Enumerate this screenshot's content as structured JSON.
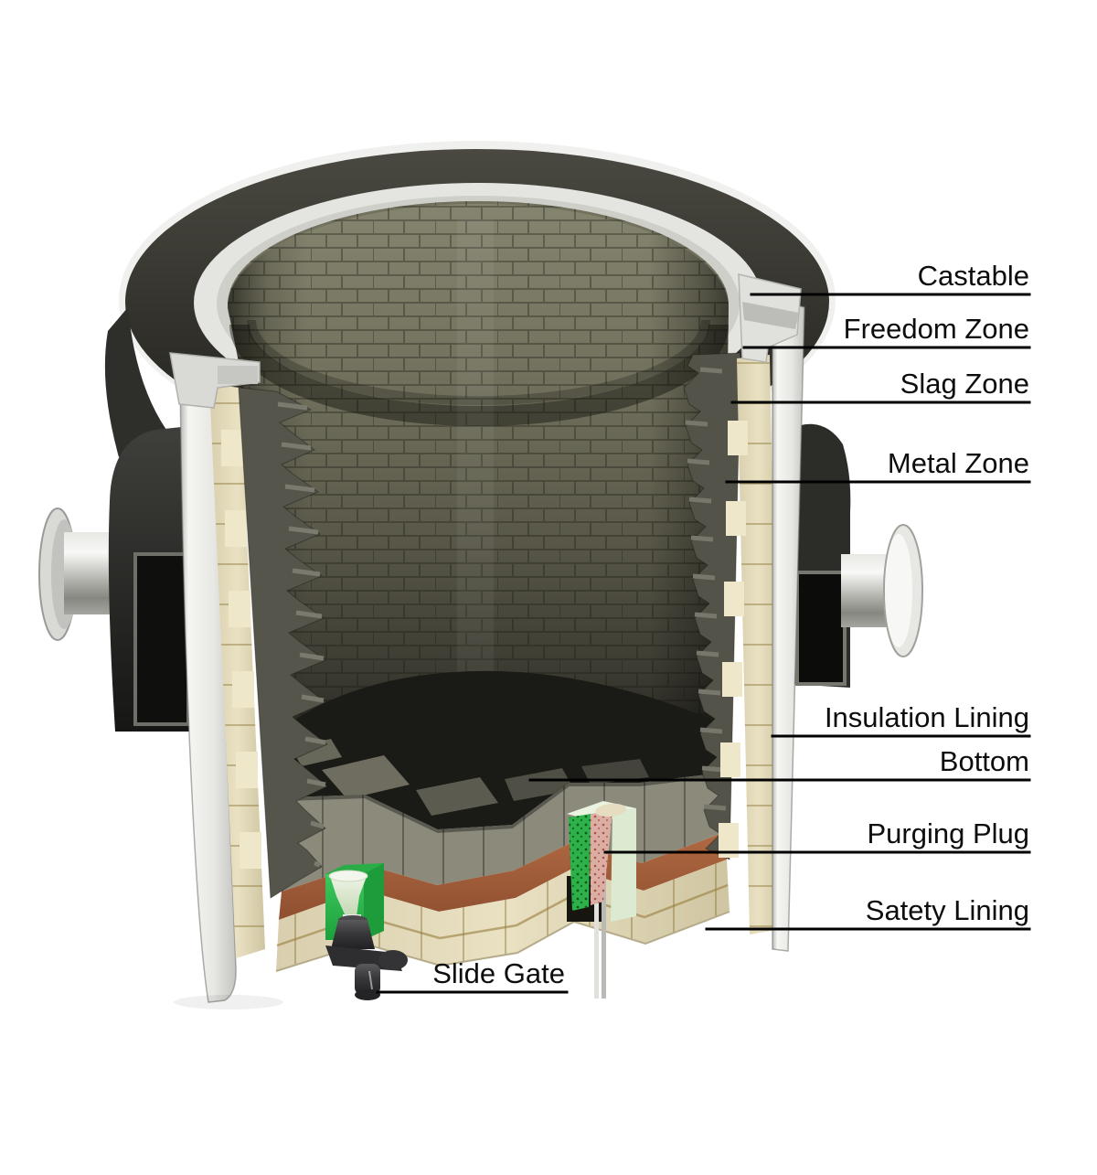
{
  "figure": {
    "labels": {
      "castable": "Castable",
      "freedom_zone": "Freedom Zone",
      "slag_zone": "Slag Zone",
      "metal_zone": "Metal Zone",
      "insulation_lining": "Insulation Lining",
      "bottom": "Bottom",
      "purging_plug": "Purging Plug",
      "safety_lining": "Satety Lining",
      "slide_gate": "Slide Gate"
    },
    "colors": {
      "background": "#ffffff",
      "label_text": "#0d0d0d",
      "leader_line": "#000000",
      "shell_steel_white": "#efefec",
      "castable_ring": "#e4e4e0",
      "working_lining_brick": "#6f6e5c",
      "lining_cut_gray": "#56554c",
      "insulation_cream": "#e6ddbf",
      "backing_terracotta": "#a25c38",
      "safety_lining_cream": "#e2d9ba",
      "well_block_green": "#2fb84e",
      "purging_plug_mint": "#dcead2",
      "purge_speckle_green": "#2fb14a",
      "purge_speckle_pink": "#dcaea3",
      "mechanism_charcoal": "#39383b",
      "trunnion_metal": "#c9c9c4",
      "ladle_shell_dark": "#33322c"
    }
  }
}
